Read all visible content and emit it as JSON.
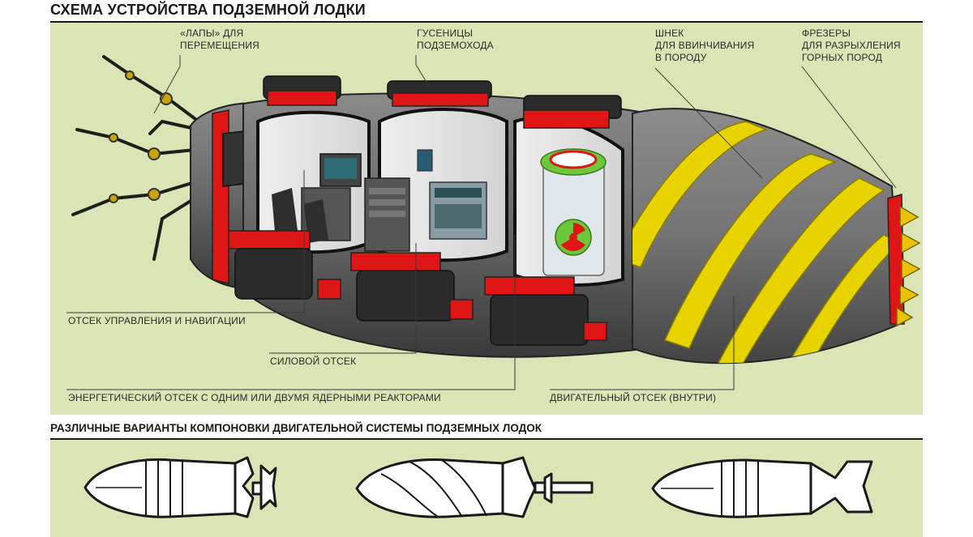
{
  "title": "СХЕМА УСТРОЙСТВА ПОДЗЕМНОЙ ЛОДКИ",
  "subtitle": "РАЗЛИЧНЫЕ ВАРИАНТЫ КОМПОНОВКИ ДВИГАТЕЛЬНОЙ СИСТЕМЫ ПОДЗЕМНЫХ ЛОДОК",
  "labels": {
    "legs_1": "«ЛАПЫ» ДЛЯ",
    "legs_2": "ПЕРЕМЕЩЕНИЯ",
    "tracks_1": "ГУСЕНИЦЫ",
    "tracks_2": "ПОДЗЕМОХОДА",
    "auger_1": "ШНЕК",
    "auger_2": "ДЛЯ ВВИНЧИВАНИЯ",
    "auger_3": "В ПОРОДУ",
    "cutters_1": "ФРЕЗЕРЫ",
    "cutters_2": "ДЛЯ РАЗРЫХЛЕНИЯ",
    "cutters_3": "ГОРНЫХ ПОРОД",
    "control": "ОТСЕК УПРАВЛЕНИЯ И НАВИГАЦИИ",
    "power": "СИЛОВОЙ ОТСЕК",
    "energy": "ЭНЕРГЕТИЧЕСКИЙ ОТСЕК С ОДНИМ ИЛИ ДВУМЯ ЯДЕРНЫМИ РЕАКТОРАМИ",
    "engine": "ДВИГАТЕЛЬНЫЙ ОТСЕК (ВНУТРИ)"
  },
  "colors": {
    "background": "#d9e5b4",
    "hull": "#6f6f6f",
    "hull_dark": "#3f3f3f",
    "accent_red": "#e01616",
    "accent_yellow": "#e6d300",
    "nuclear_green": "#6cc83a"
  }
}
